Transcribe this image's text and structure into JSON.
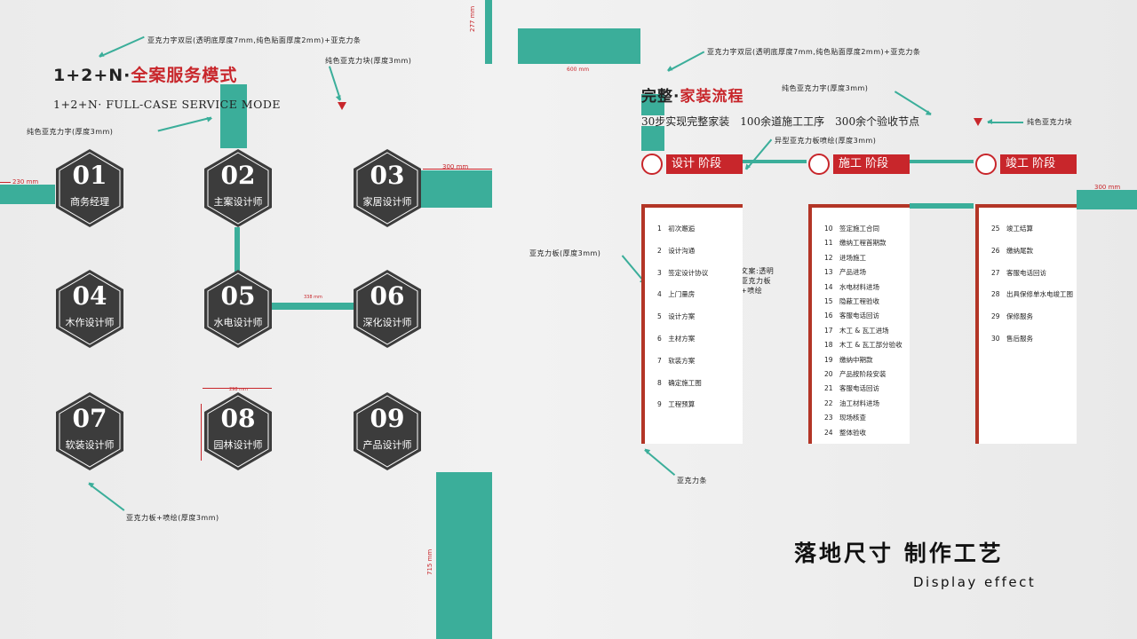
{
  "left": {
    "title_prefix": "1+2+N·",
    "title_main": "全案服务模式",
    "subtitle": "1+2+N· FULL-CASE SERVICE MODE",
    "hexagons": [
      {
        "num": "01",
        "label": "商务经理"
      },
      {
        "num": "02",
        "label": "主案设计师"
      },
      {
        "num": "03",
        "label": "家居设计师"
      },
      {
        "num": "04",
        "label": "木作设计师"
      },
      {
        "num": "05",
        "label": "水电设计师"
      },
      {
        "num": "06",
        "label": "深化设计师"
      },
      {
        "num": "07",
        "label": "软装设计师"
      },
      {
        "num": "08",
        "label": "园林设计师"
      },
      {
        "num": "09",
        "label": "产品设计师"
      }
    ],
    "annotations": {
      "top": "亚克力字双层(透明底厚度7mm,纯色贴面厚度2mm)+亚克力条",
      "block": "纯色亚克力块(厚度3mm)",
      "word": "纯色亚克力字(厚度3mm)",
      "board": "亚克力板+喷绘(厚度3mm)"
    },
    "dims": {
      "d230": "230 mm",
      "d300": "300 mm",
      "d277": "277 mm",
      "d600": "600 mm",
      "d715": "715 mm"
    }
  },
  "right": {
    "title_prefix": "完整·",
    "title_main": "家装流程",
    "subtitle": "30步实现完整家装　100余道施工工序　300余个验收节点",
    "annotations": {
      "top": "亚克力字双层(透明底厚度7mm,纯色贴面厚度2mm)+亚克力条",
      "word": "纯色亚克力字(厚度3mm)",
      "block": "纯色亚克力块",
      "shaped": "异型亚克力板喷绘(厚度3mm)",
      "board": "亚克力板(厚度3mm)",
      "text_note": "文案:透明\n亚克力板\n+喷绘",
      "strip": "亚克力条"
    },
    "dims": {
      "d300": "300 mm"
    },
    "stages": [
      {
        "label": "设计 阶段"
      },
      {
        "label": "施工 阶段"
      },
      {
        "label": "竣工 阶段"
      }
    ],
    "design_items": [
      "1　初次邂逅",
      "2　设计沟通",
      "3　签定设计协议",
      "4　上门量房",
      "5　设计方案",
      "6　主材方案",
      "7　软装方案",
      "8　确定施工图",
      "9　工程预算"
    ],
    "build_items": [
      "10　签定施工合同",
      "11　缴纳工程首期款",
      "12　进场施工",
      "13　产品进场",
      "14　水电材料进场",
      "15　隐蔽工程验收",
      "16　客服电话回访",
      "17　木工 & 瓦工进场",
      "18　木工 & 瓦工部分验收",
      "19　缴纳中期款",
      "20　产品按阶段安装",
      "21　客服电话回访",
      "22　油工材料进场",
      "23　现场核查",
      "24　整体验收"
    ],
    "finish_items": [
      "25　竣工结算",
      "26　缴纳尾款",
      "27　客服电话回访",
      "28　出具保修单水电竣工图",
      "29　保修服务",
      "30　售后服务"
    ]
  },
  "footer": {
    "title": "落地尺寸 制作工艺",
    "subtitle": "Display effect"
  },
  "colors": {
    "teal": "#3bae9a",
    "red": "#c8262b",
    "hex": "#3c3c3c"
  }
}
